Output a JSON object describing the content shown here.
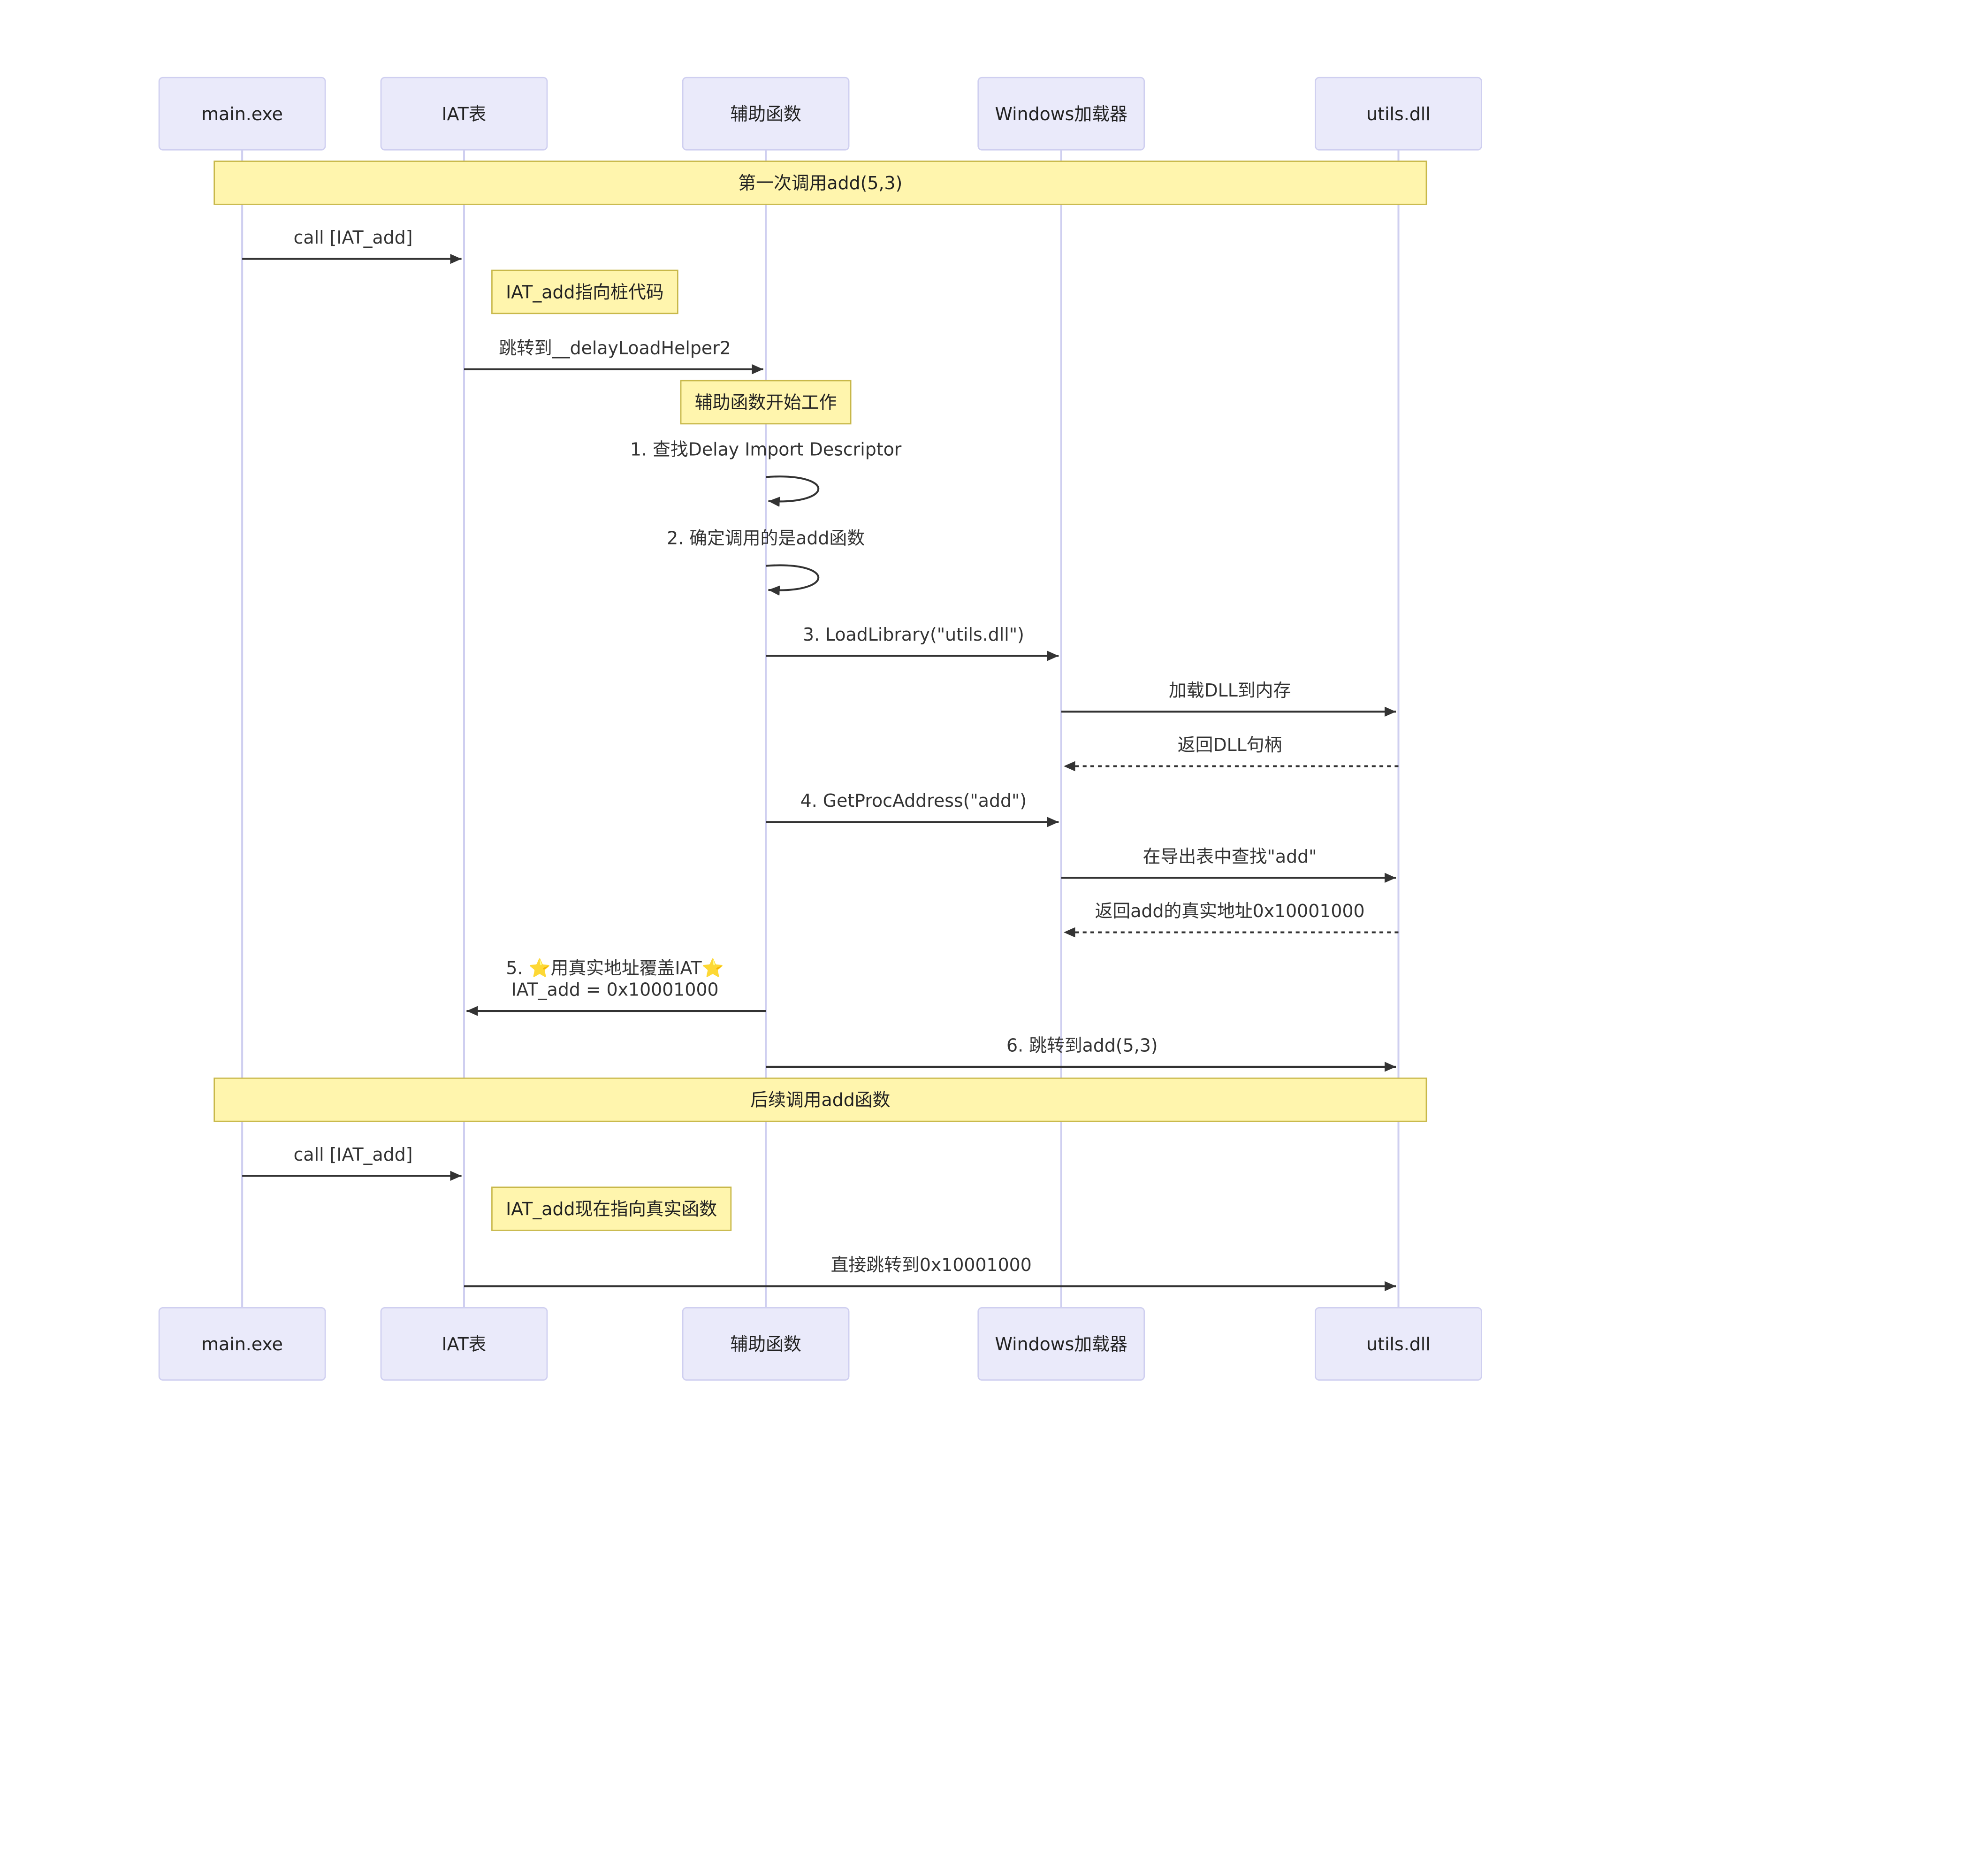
{
  "diagram": {
    "type": "sequence",
    "participants": [
      {
        "id": "main",
        "label": "main.exe"
      },
      {
        "id": "iat",
        "label": "IAT表"
      },
      {
        "id": "helper",
        "label": "辅助函数"
      },
      {
        "id": "loader",
        "label": "Windows加载器"
      },
      {
        "id": "dll",
        "label": "utils.dll"
      }
    ],
    "events": [
      {
        "kind": "section",
        "text": "第一次调用add(5,3)"
      },
      {
        "kind": "message",
        "from": "main",
        "to": "iat",
        "style": "solid",
        "lines": [
          "call [IAT_add]"
        ]
      },
      {
        "kind": "note",
        "at": "iat",
        "text": "IAT_add指向桩代码"
      },
      {
        "kind": "message",
        "from": "iat",
        "to": "helper",
        "style": "solid",
        "lines": [
          "跳转到__delayLoadHelper2"
        ]
      },
      {
        "kind": "note",
        "at": "helper",
        "text": "辅助函数开始工作"
      },
      {
        "kind": "self",
        "at": "helper",
        "lines": [
          "1. 查找Delay Import Descriptor"
        ]
      },
      {
        "kind": "self",
        "at": "helper",
        "lines": [
          "2. 确定调用的是add函数"
        ]
      },
      {
        "kind": "message",
        "from": "helper",
        "to": "loader",
        "style": "solid",
        "lines": [
          "3. LoadLibrary(\"utils.dll\")"
        ]
      },
      {
        "kind": "message",
        "from": "loader",
        "to": "dll",
        "style": "solid",
        "lines": [
          "加载DLL到内存"
        ]
      },
      {
        "kind": "message",
        "from": "dll",
        "to": "loader",
        "style": "dashed",
        "lines": [
          "返回DLL句柄"
        ]
      },
      {
        "kind": "message",
        "from": "helper",
        "to": "loader",
        "style": "solid",
        "lines": [
          "4. GetProcAddress(\"add\")"
        ]
      },
      {
        "kind": "message",
        "from": "loader",
        "to": "dll",
        "style": "solid",
        "lines": [
          "在导出表中查找\"add\""
        ]
      },
      {
        "kind": "message",
        "from": "dll",
        "to": "loader",
        "style": "dashed",
        "lines": [
          "返回add的真实地址0x10001000"
        ]
      },
      {
        "kind": "message",
        "from": "helper",
        "to": "iat",
        "style": "solid",
        "lines": [
          "5. ⭐用真实地址覆盖IAT⭐",
          "IAT_add = 0x10001000"
        ]
      },
      {
        "kind": "message",
        "from": "helper",
        "to": "dll",
        "style": "solid",
        "lines": [
          "6. 跳转到add(5,3)"
        ]
      },
      {
        "kind": "section",
        "text": "后续调用add函数"
      },
      {
        "kind": "message",
        "from": "main",
        "to": "iat",
        "style": "solid",
        "lines": [
          "call [IAT_add]"
        ]
      },
      {
        "kind": "note",
        "at": "iat",
        "text": "IAT_add现在指向真实函数"
      },
      {
        "kind": "message",
        "from": "iat",
        "to": "dll",
        "style": "solid",
        "lines": [
          "直接跳转到0x10001000"
        ]
      }
    ]
  },
  "colors": {
    "actor_fill": "#eaeafa",
    "actor_stroke": "#cfcff0",
    "lifeline": "#cfcff0",
    "note_fill": "#fff5ad",
    "note_stroke": "#c8b84a",
    "text": "#222222",
    "message_text": "#333333",
    "arrow": "#333333",
    "background": "#ffffff"
  }
}
